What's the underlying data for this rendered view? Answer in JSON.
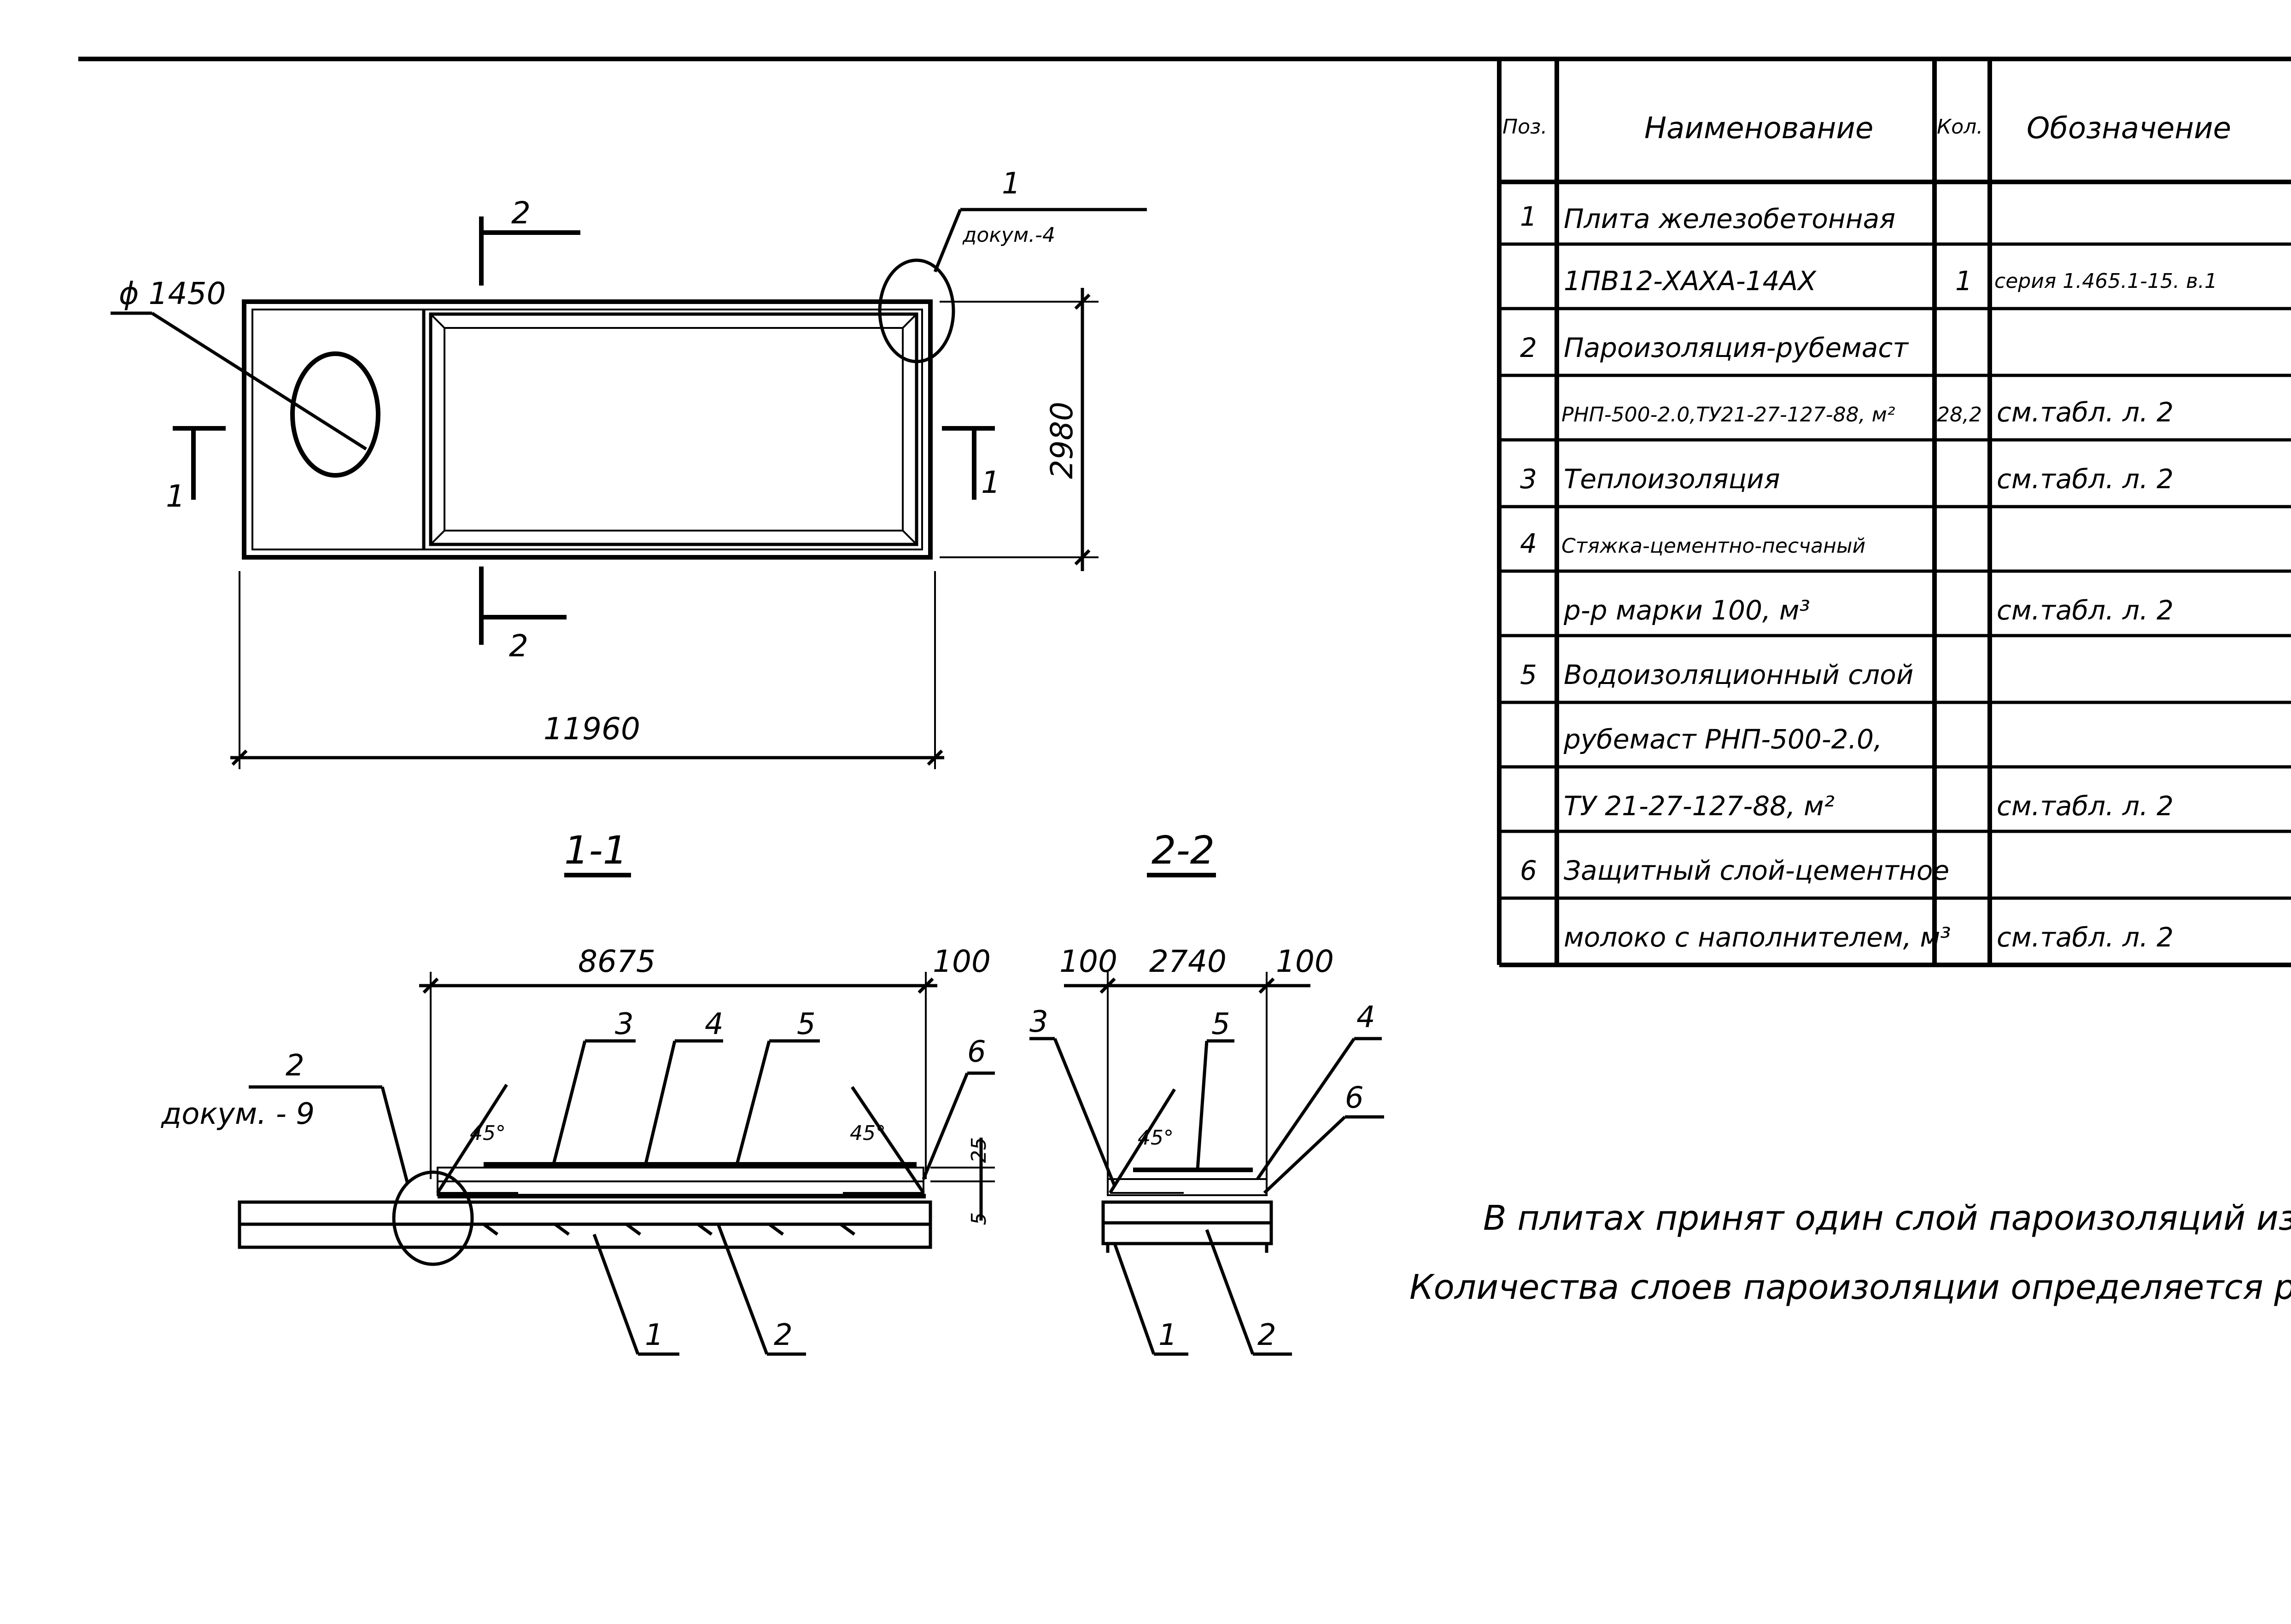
{
  "plan": {
    "diameter": "ϕ 1450",
    "width_dim": "11960",
    "height_dim": "2980",
    "callout_num": "1",
    "callout_ref": "докум.-4",
    "cut_1": "1",
    "cut_2": "2"
  },
  "section_1": {
    "title": "1-1",
    "dim_main": "8675",
    "dim_side": "100",
    "angle": "45°",
    "dim_25": "25",
    "dim_5": "5",
    "callout_num": "2",
    "callout_ref": "докум. - 9",
    "marks": [
      "1",
      "2",
      "3",
      "4",
      "5",
      "6"
    ]
  },
  "section_2": {
    "title": "2-2",
    "dim_main": "2740",
    "dim_left": "100",
    "dim_right": "100",
    "angle": "45°",
    "marks": [
      "1",
      "2",
      "3",
      "4",
      "5",
      "6"
    ]
  },
  "spec_table": {
    "headers": [
      "Поз.",
      "Наименование",
      "Кол.",
      "Обозначение"
    ],
    "rows": [
      [
        "1",
        "Плита железобетонная",
        "",
        ""
      ],
      [
        "",
        "1ПВ12-XAXA-14AX",
        "1",
        "серия 1.465.1-15. в.1"
      ],
      [
        "2",
        "Пароизоляция-рубемаст",
        "",
        ""
      ],
      [
        "",
        "РНП-500-2.0,ТУ21-27-127-88, м²",
        "28,2",
        "см.табл. л. 2"
      ],
      [
        "3",
        "Теплоизоляция",
        "",
        "см.табл. л. 2"
      ],
      [
        "4",
        "Стяжка-цементно-песчаный",
        "",
        ""
      ],
      [
        "",
        "р-р марки 100,            м³",
        "",
        "см.табл. л. 2"
      ],
      [
        "5",
        "Водоизоляционный слой",
        "",
        ""
      ],
      [
        "",
        "рубемаст РНП-500-2.0,",
        "",
        ""
      ],
      [
        "",
        "ТУ 21-27-127-88,         м²",
        "",
        "см.табл. л. 2"
      ],
      [
        "6",
        "Защитный слой-цементное",
        "",
        ""
      ],
      [
        "",
        "молоко с наполнителем, м³",
        "",
        "см.табл. л. 2"
      ]
    ]
  },
  "notes": [
    "В плитах принят один слой пароизоляций из рубемаста.",
    "Количества слоев пароизоляции определяется расчетом."
  ]
}
